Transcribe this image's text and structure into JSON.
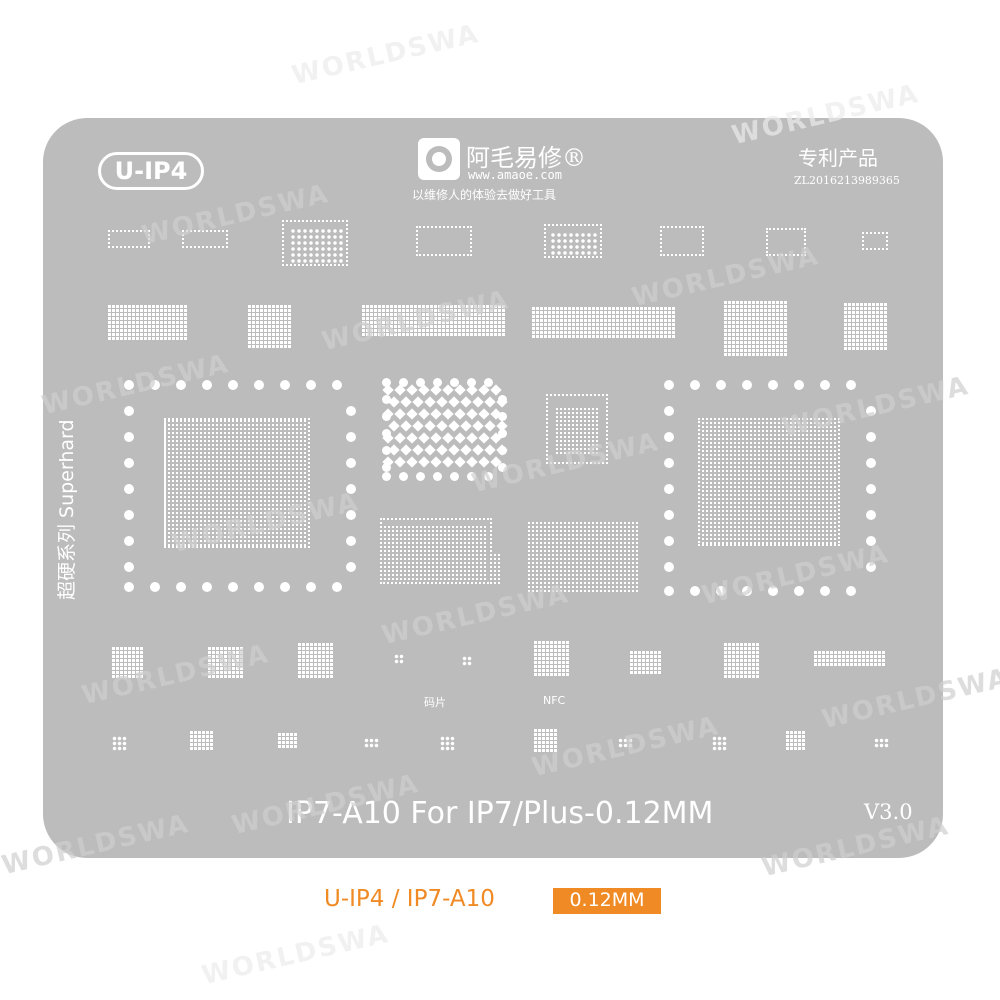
{
  "stencil": {
    "model_badge": "U-IP4",
    "brand_name": "阿毛易修®",
    "brand_url": "www.amaoe.com",
    "brand_slogan": "以维修人的体验去做好工具",
    "patent_title": "专利产品",
    "patent_number": "ZL2016213989365",
    "series_label": "超硬系列 Superhard",
    "label_code_chip": "码片",
    "label_nfc": "NFC",
    "model_line": "IP7-A10 For IP7/Plus-0.12MM",
    "version": "V3.0"
  },
  "caption": {
    "text": "U-IP4 / IP7-A10",
    "badge": "0.12MM"
  },
  "watermark": "WORLDSWA",
  "colors": {
    "plate": "#bcbcbc",
    "accent": "#f08a24",
    "hole": "#ffffff"
  }
}
